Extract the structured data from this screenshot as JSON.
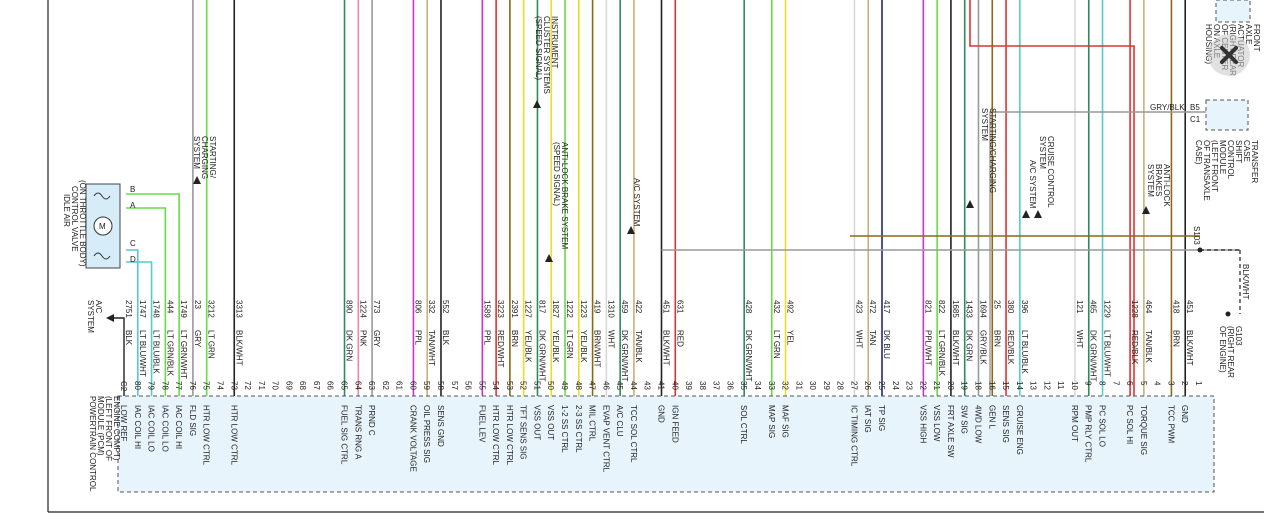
{
  "colors": {
    "box_fill": "#e8f4fc",
    "box_border": "#555555",
    "dk_grn": "#2e8b57",
    "lt_grn": "#66dd44",
    "ppl": "#cc33cc",
    "pnk": "#ee88aa",
    "gry": "#999999",
    "blk": "#222222",
    "brn": "#8b6914",
    "red": "#dd3333",
    "yel": "#eedd22",
    "lt_blu": "#55cccc",
    "tan": "#c8b07a",
    "dk_blu": "#1a2a8a",
    "wht": "#d8d8d8",
    "orange": "#ee9933"
  },
  "pcm": {
    "title_lines": [
      "POWERTRAIN CONTROL",
      "MODULE (PCM)",
      "(LEFT FRONT OF",
      "ENGINE COMPT)"
    ],
    "pins": [
      {
        "n": "C2",
        "sig": "LOW REF",
        "circ": "2751",
        "wire": "BLK",
        "color": "#222222",
        "dash": true,
        "label": "BLK"
      },
      {
        "n": "80",
        "sig": "IAC COIL HI",
        "circ": "1747",
        "wire": "LT BLU/WHT",
        "color": "#55cccc",
        "label": "LT BLU/WHT"
      },
      {
        "n": "79",
        "sig": "IAC COIL LO",
        "circ": "1748",
        "wire": "LT BLU/BLK",
        "color": "#55cccc",
        "label": "LT BLU/BLK"
      },
      {
        "n": "78",
        "sig": "IAC COIL LO",
        "circ": "444",
        "wire": "LT GRN/BLK",
        "color": "#66dd44",
        "label": "LT GRN/BLK"
      },
      {
        "n": "77",
        "sig": "IAC COIL HI",
        "circ": "1749",
        "wire": "LT GRN/WHT",
        "color": "#66dd44",
        "label": "LT GRN/WHT"
      },
      {
        "n": "76",
        "sig": "FLD SIG",
        "circ": "23",
        "wire": "GRY",
        "color": "#999999",
        "label": "GRY"
      },
      {
        "n": "75",
        "sig": "HTR LOW CTRL",
        "circ": "3212",
        "wire": "LT GRN",
        "color": "#66dd44",
        "label": "LT GRN"
      },
      {
        "n": "74",
        "sig": "",
        "circ": "",
        "wire": "",
        "color": "",
        "label": ""
      },
      {
        "n": "73",
        "sig": "HTR LOW CTRL",
        "circ": "3313",
        "wire": "BLK/WHT",
        "color": "#222222",
        "label": "BLK/WHT"
      },
      {
        "n": "72",
        "sig": "",
        "circ": "",
        "wire": "",
        "color": "",
        "label": ""
      },
      {
        "n": "71",
        "sig": "",
        "circ": "",
        "wire": "",
        "color": "",
        "label": ""
      },
      {
        "n": "70",
        "sig": "",
        "circ": "",
        "wire": "",
        "color": "",
        "label": ""
      },
      {
        "n": "69",
        "sig": "",
        "circ": "",
        "wire": "",
        "color": "",
        "label": ""
      },
      {
        "n": "68",
        "sig": "",
        "circ": "",
        "wire": "",
        "color": "",
        "label": ""
      },
      {
        "n": "67",
        "sig": "",
        "circ": "",
        "wire": "",
        "color": "",
        "label": ""
      },
      {
        "n": "66",
        "sig": "",
        "circ": "",
        "wire": "",
        "color": "",
        "label": ""
      },
      {
        "n": "65",
        "sig": "FUEL SIG CTRL",
        "circ": "890",
        "wire": "DK GRN",
        "color": "#2e8b57",
        "label": "DK GRN"
      },
      {
        "n": "64",
        "sig": "TRANS RNG A",
        "circ": "1224",
        "wire": "PNK",
        "color": "#ee88aa",
        "label": "PNK"
      },
      {
        "n": "63",
        "sig": "PRND C",
        "circ": "773",
        "wire": "GRY",
        "color": "#999999",
        "label": "GRY"
      },
      {
        "n": "62",
        "sig": "",
        "circ": "",
        "wire": "",
        "color": "",
        "label": ""
      },
      {
        "n": "61",
        "sig": "",
        "circ": "",
        "wire": "",
        "color": "",
        "label": ""
      },
      {
        "n": "60",
        "sig": "CRANK VOLTAGE",
        "circ": "806",
        "wire": "PPL",
        "color": "#cc33cc",
        "label": "PPL"
      },
      {
        "n": "59",
        "sig": "OIL PRESS SIG",
        "circ": "332",
        "wire": "TAN/WHT",
        "color": "#c8b07a",
        "label": "TAN/WHT"
      },
      {
        "n": "58",
        "sig": "SENS GND",
        "circ": "552",
        "wire": "BLK",
        "color": "#222222",
        "label": "BLK"
      },
      {
        "n": "57",
        "sig": "",
        "circ": "",
        "wire": "",
        "color": "",
        "label": ""
      },
      {
        "n": "56",
        "sig": "",
        "circ": "",
        "wire": "",
        "color": "",
        "label": ""
      },
      {
        "n": "55",
        "sig": "FUEL LEV",
        "circ": "1589",
        "wire": "PPL",
        "color": "#cc33cc",
        "label": "PPL"
      },
      {
        "n": "54",
        "sig": "HTR LOW CTRL",
        "circ": "3223",
        "wire": "RED/WHT",
        "color": "#dd3333",
        "label": "RED/WHT"
      },
      {
        "n": "53",
        "sig": "HTR LOW CTRL",
        "circ": "2391",
        "wire": "BRN",
        "color": "#8b6914",
        "label": "BRN"
      },
      {
        "n": "52",
        "sig": "TFT SENS SIG",
        "circ": "1227",
        "wire": "YEL/BLK",
        "color": "#eedd22",
        "label": "YEL/BLK"
      },
      {
        "n": "51",
        "sig": "VSS OUT",
        "circ": "817",
        "wire": "DK GRN/WHT",
        "color": "#2e8b57",
        "label": "DK GRN/WHT"
      },
      {
        "n": "50",
        "sig": "VSS OUT",
        "circ": "1827",
        "wire": "YEL/BLK",
        "color": "#eedd22",
        "label": "YEL/BLK"
      },
      {
        "n": "49",
        "sig": "1-2 SS CTRL",
        "circ": "1222",
        "wire": "LT GRN",
        "color": "#66dd44",
        "label": "LT GRN"
      },
      {
        "n": "48",
        "sig": "2-3 SS CTRL",
        "circ": "1223",
        "wire": "YEL/BLK",
        "color": "#eedd22",
        "label": "YEL/BLK"
      },
      {
        "n": "47",
        "sig": "MIL CTRL",
        "circ": "419",
        "wire": "BRN/WHT",
        "color": "#8b6914",
        "label": "BRN/WHT"
      },
      {
        "n": "46",
        "sig": "EVAP VENT CTRL",
        "circ": "1310",
        "wire": "WHT",
        "color": "#d8d8d8",
        "label": "WHT"
      },
      {
        "n": "45",
        "sig": "A/C CLU",
        "circ": "459",
        "wire": "DK GRN/WHT",
        "color": "#2e8b57",
        "label": "DK GRN/WHT"
      },
      {
        "n": "44",
        "sig": "TCC SOL CTRL",
        "circ": "422",
        "wire": "TAN/BLK",
        "color": "#c8b07a",
        "label": "TAN/BLK"
      },
      {
        "n": "43",
        "sig": "",
        "circ": "",
        "wire": "",
        "color": "",
        "label": ""
      },
      {
        "n": "41",
        "sig": "GND",
        "circ": "451",
        "wire": "BLK/WHT",
        "color": "#222222",
        "label": "BLK/WHT"
      },
      {
        "n": "40",
        "sig": "IGN FEED",
        "circ": "631",
        "wire": "RED",
        "color": "#dd3333",
        "label": "RED"
      },
      {
        "n": "39",
        "sig": "",
        "circ": "",
        "wire": "",
        "color": "",
        "label": ""
      },
      {
        "n": "38",
        "sig": "",
        "circ": "",
        "wire": "",
        "color": "",
        "label": ""
      },
      {
        "n": "37",
        "sig": "",
        "circ": "",
        "wire": "",
        "color": "",
        "label": ""
      },
      {
        "n": "36",
        "sig": "",
        "circ": "",
        "wire": "",
        "color": "",
        "label": ""
      },
      {
        "n": "35",
        "sig": "SOL CTRL",
        "circ": "428",
        "wire": "DK GRN/WHT",
        "color": "#2e8b57",
        "label": "DK GRN/WHT"
      },
      {
        "n": "34",
        "sig": "",
        "circ": "",
        "wire": "",
        "color": "",
        "label": ""
      },
      {
        "n": "33",
        "sig": "MAP SIG",
        "circ": "432",
        "wire": "LT GRN",
        "color": "#66dd44",
        "label": "LT GRN"
      },
      {
        "n": "32",
        "sig": "MAF SIG",
        "circ": "492",
        "wire": "YEL",
        "color": "#eedd22",
        "label": "YEL"
      },
      {
        "n": "31",
        "sig": "",
        "circ": "",
        "wire": "",
        "color": "",
        "label": ""
      },
      {
        "n": "30",
        "sig": "",
        "circ": "",
        "wire": "",
        "color": "",
        "label": ""
      },
      {
        "n": "29",
        "sig": "",
        "circ": "",
        "wire": "",
        "color": "",
        "label": ""
      },
      {
        "n": "28",
        "sig": "",
        "circ": "",
        "wire": "",
        "color": "",
        "label": ""
      },
      {
        "n": "27",
        "sig": "IC TIMING CTRL",
        "circ": "423",
        "wire": "WHT",
        "color": "#d8d8d8",
        "label": "WHT"
      },
      {
        "n": "26",
        "sig": "IAT SIG",
        "circ": "472",
        "wire": "TAN",
        "color": "#c8b07a",
        "label": "TAN"
      },
      {
        "n": "25",
        "sig": "TP SIG",
        "circ": "417",
        "wire": "DK BLU",
        "color": "#1a2a8a",
        "label": "DK BLU"
      },
      {
        "n": "24",
        "sig": "",
        "circ": "",
        "wire": "",
        "color": "",
        "label": ""
      },
      {
        "n": "23",
        "sig": "",
        "circ": "",
        "wire": "",
        "color": "",
        "label": ""
      },
      {
        "n": "22",
        "sig": "VSS HIGH",
        "circ": "821",
        "wire": "PPL/WHT",
        "color": "#cc33cc",
        "label": "PPL/WHT"
      },
      {
        "n": "21",
        "sig": "VSS LOW",
        "circ": "822",
        "wire": "LT GRN/BLK",
        "color": "#66dd44",
        "label": "LT GRN/BLK"
      },
      {
        "n": "20",
        "sig": "FRT AXLE SW",
        "circ": "1685",
        "wire": "BLK/WHT",
        "color": "#222222",
        "label": "BLK/WHT"
      },
      {
        "n": "19",
        "sig": "SW SIG",
        "circ": "1433",
        "wire": "DK GRN",
        "color": "#2e8b57",
        "label": "DK GRN"
      },
      {
        "n": "18",
        "sig": "4WD LOW",
        "circ": "1694",
        "wire": "GRY/BLK",
        "color": "#999999",
        "label": "GRY/BLK"
      },
      {
        "n": "16",
        "sig": "GEN L",
        "circ": "25",
        "wire": "BRN",
        "color": "#8b6914",
        "label": "BRN"
      },
      {
        "n": "15",
        "sig": "SENS SIG",
        "circ": "380",
        "wire": "RED/BLK",
        "color": "#dd3333",
        "label": "RED/BLK"
      },
      {
        "n": "14",
        "sig": "CRUISE ENG",
        "circ": "396",
        "wire": "LT BLU/BLK",
        "color": "#55cccc",
        "label": "LT BLU/BLK"
      },
      {
        "n": "13",
        "sig": "",
        "circ": "",
        "wire": "",
        "color": "",
        "label": ""
      },
      {
        "n": "12",
        "sig": "",
        "circ": "",
        "wire": "",
        "color": "",
        "label": ""
      },
      {
        "n": "11",
        "sig": "",
        "circ": "",
        "wire": "",
        "color": "",
        "label": ""
      },
      {
        "n": "10",
        "sig": "RPM OUT",
        "circ": "121",
        "wire": "WHT",
        "color": "#d8d8d8",
        "label": "WHT"
      },
      {
        "n": "9",
        "sig": "PMP RLY CTRL",
        "circ": "465",
        "wire": "DK GRN/WHT",
        "color": "#2e8b57",
        "label": "DK GRN/WHT"
      },
      {
        "n": "8",
        "sig": "PC SOL LO",
        "circ": "1229",
        "wire": "LT BLU/WHT",
        "color": "#55cccc",
        "label": "LT BLU/WHT"
      },
      {
        "n": "7",
        "sig": "",
        "circ": "",
        "wire": "",
        "color": "",
        "label": ""
      },
      {
        "n": "6",
        "sig": "PC SOL HI",
        "circ": "1228",
        "wire": "RED/BLK",
        "color": "#dd3333",
        "label": "RED/BLK"
      },
      {
        "n": "5",
        "sig": "TORQUE SIG",
        "circ": "464",
        "wire": "TAN/BLK",
        "color": "#c8b07a",
        "label": "TAN/BLK"
      },
      {
        "n": "4",
        "sig": "",
        "circ": "",
        "wire": "",
        "color": "",
        "label": ""
      },
      {
        "n": "3",
        "sig": "TCC PWM",
        "circ": "418",
        "wire": "BRN",
        "color": "#8b6914",
        "label": "BRN"
      },
      {
        "n": "2",
        "sig": "GND",
        "circ": "451",
        "wire": "BLK/WHT",
        "color": "#222222",
        "label": "BLK/WHT"
      },
      {
        "n": "1",
        "sig": "",
        "circ": "",
        "wire": "",
        "color": "",
        "label": ""
      }
    ]
  },
  "labels": {
    "ac_system": [
      "A/C",
      "SYSTEM"
    ],
    "iac_valve": [
      "IDLE AIR",
      "CONTROL VALVE",
      "(ON THROTTLE BODY)"
    ],
    "iac_pins": [
      "B",
      "A",
      "C",
      "D"
    ],
    "starting_charging_left": [
      "STARTING/",
      "CHARGING",
      "SYSTEM"
    ],
    "instrument_cluster": [
      "INSTRUMENT",
      "CLUSTER SYSTEMS",
      "(SPEED SIGNAL)"
    ],
    "anti_lock_brake": [
      "ANTI-LOCK BRAKE SYSTEM",
      "(SPEED SIGNAL)"
    ],
    "ac_system_mid": "A/C SYSTEM",
    "starting_charging_right": [
      "STARTING/CHARGING",
      "SYSTEM"
    ],
    "cruise_control": [
      "CRUISE CONTROL",
      "SYSTEM"
    ],
    "ac_system_right": "A/C SYSTEM",
    "anti_lock_brakes": [
      "ANTI-LOCK",
      "BRAKES",
      "SYSTEM"
    ],
    "transfer_case": [
      "TRANSFER",
      "CASE",
      "SHIFT",
      "CONTROL",
      "MODULE",
      "(LEFT FRONT",
      "OF TRANSAXLE",
      "CASE)"
    ],
    "transfer_pins": [
      "B5",
      "C1"
    ],
    "transfer_wire": "GRY/BLK",
    "front_axle": [
      "FRONT",
      "AXLE",
      "ACTUATOR",
      "(RIGHT REAR",
      "OF CENTER",
      "ON AXLE",
      "HOUSING)"
    ],
    "splice": "S103",
    "ground": [
      "G103",
      "(RIGHT REAR",
      "OF ENGINE)"
    ],
    "ground_wire": "BLK/WHT"
  }
}
